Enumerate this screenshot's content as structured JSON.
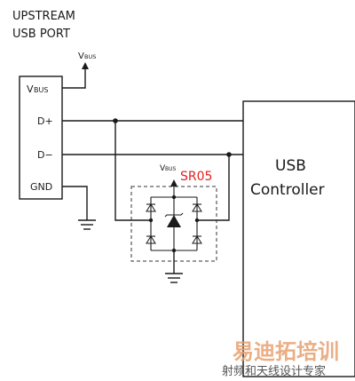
{
  "title_line1": "UPSTREAM",
  "title_line2": "USB PORT",
  "vbus_main": "V",
  "vbus_sub": "BUS",
  "port_vbus_main": "V",
  "port_vbus_sub": "BUS",
  "pin_dplus": "D+",
  "pin_dminus": "D−",
  "pin_gnd": "GND",
  "tvs_vbus_main": "V",
  "tvs_vbus_sub": "BUS",
  "part_number": "SR05",
  "controller_line1": "USB",
  "controller_line2": "Controller",
  "watermark_main": "易迪拓培训",
  "watermark_sub": "射频和天线设计专家"
}
